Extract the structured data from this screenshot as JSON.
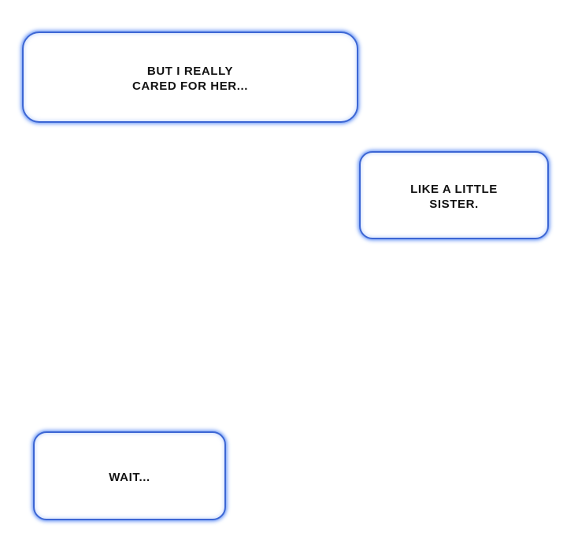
{
  "page": {
    "kind": "comic-speech-page",
    "background_color": "#ffffff"
  },
  "style": {
    "bubble_fill_color": "#ffffff",
    "bubble_border_color": "#3c66d4",
    "bubble_glow_color": "#7aa3f7",
    "text_color": "#121212"
  },
  "bubbles": [
    {
      "name": "speech-bubble-top-left",
      "lines": [
        "BUT I REALLY",
        "CARED FOR HER..."
      ]
    },
    {
      "name": "speech-bubble-middle-right",
      "lines": [
        "LIKE A LITTLE",
        "SISTER."
      ]
    },
    {
      "name": "speech-bubble-bottom-left",
      "lines": [
        "WAIT..."
      ]
    }
  ]
}
